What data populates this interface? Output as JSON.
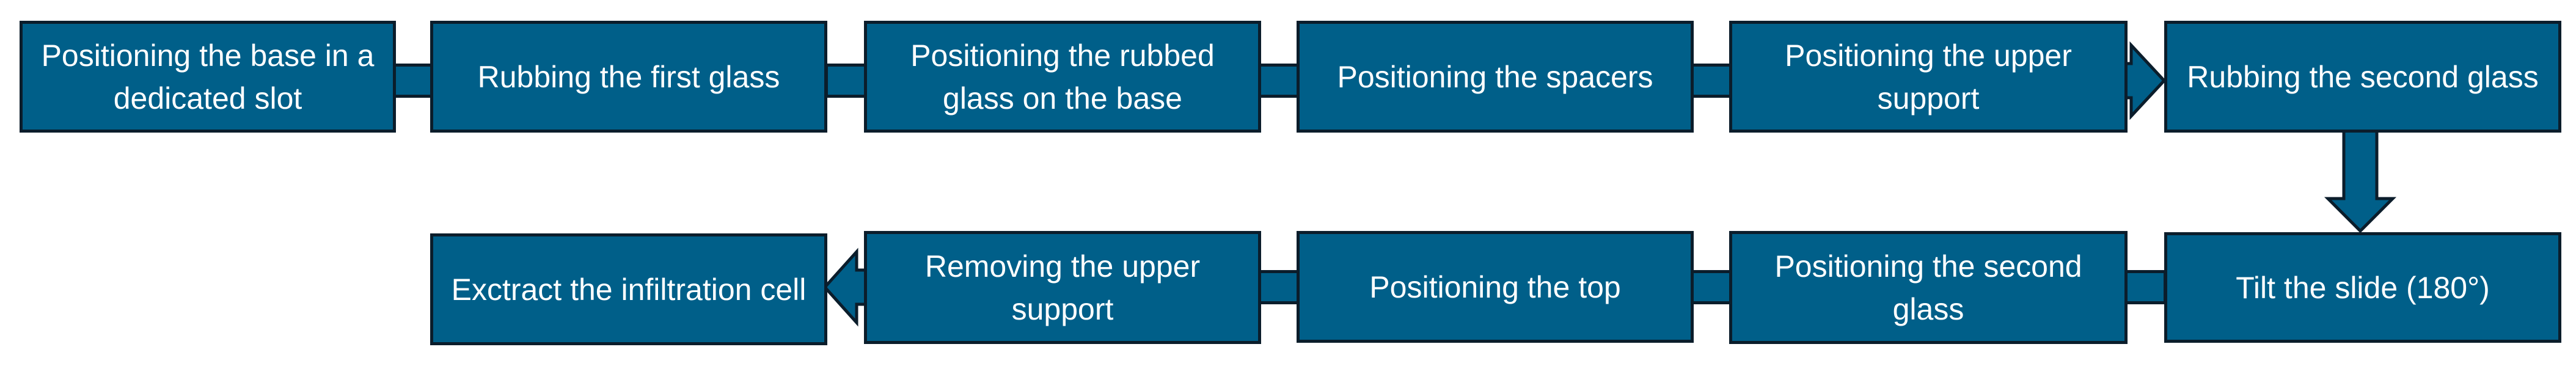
{
  "diagram": {
    "row1": [
      {
        "label": "Positioning the base in a dedicated slot"
      },
      {
        "label": "Rubbing the first glass"
      },
      {
        "label": "Positioning the rubbed glass on the base"
      },
      {
        "label": "Positioning the spacers"
      },
      {
        "label": "Positioning the upper support"
      },
      {
        "label": "Rubbing the second glass"
      }
    ],
    "row2": [
      {
        "label": "Exctract the infiltration cell"
      },
      {
        "label": "Removing the upper support"
      },
      {
        "label": "Positioning the top"
      },
      {
        "label": "Positioning the second glass"
      },
      {
        "label": "Tilt the slide (180°)"
      }
    ],
    "colors": {
      "box_fill": "#005f89",
      "border": "#0b1d2b",
      "text": "#ffffff"
    }
  }
}
